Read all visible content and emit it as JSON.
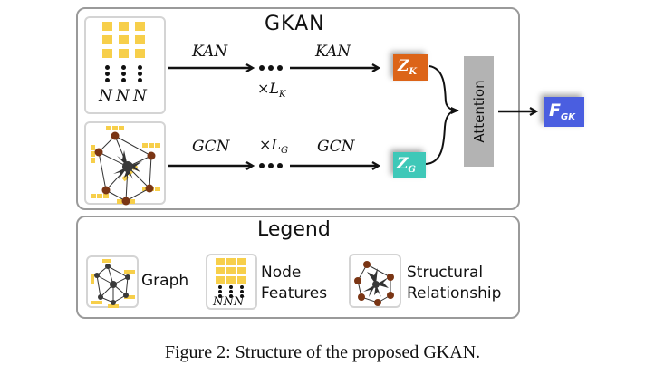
{
  "main": {
    "title": "GKAN",
    "kan_branch": {
      "input_label_letters": [
        "N",
        "N",
        "N"
      ],
      "layer_label_left": "KAN",
      "layer_label_right": "KAN",
      "repeat_label": "×L",
      "repeat_sub": "K",
      "output": {
        "label": "Z",
        "sub": "K",
        "color": "#dc6418"
      }
    },
    "gcn_branch": {
      "layer_label_left": "GCN",
      "layer_label_right": "GCN",
      "repeat_label": "×L",
      "repeat_sub": "G",
      "output": {
        "label": "Z",
        "sub": "G",
        "color": "#3fc8b8"
      }
    },
    "attention": {
      "label": "Attention",
      "color": "#b3b3b3"
    },
    "final_output": {
      "label": "F",
      "sub": "GK",
      "color": "#4a5ee0"
    }
  },
  "legend": {
    "title": "Legend",
    "items": [
      {
        "icon": "graph-icon",
        "label": "Graph"
      },
      {
        "icon": "node-features-icon",
        "label_line1": "Node",
        "label_line2": "Features",
        "letters": "NNN"
      },
      {
        "icon": "structural-relationship-icon",
        "label_line1": "Structural",
        "label_line2": "Relationship"
      }
    ]
  },
  "caption": "Figure 2: Structure of the proposed GKAN.",
  "colors": {
    "feature_yellow": "#f7cf4a",
    "node_brown": "#7a3514",
    "hub_gray": "#3a3a3a",
    "panel_border": "#9a9a9a"
  }
}
